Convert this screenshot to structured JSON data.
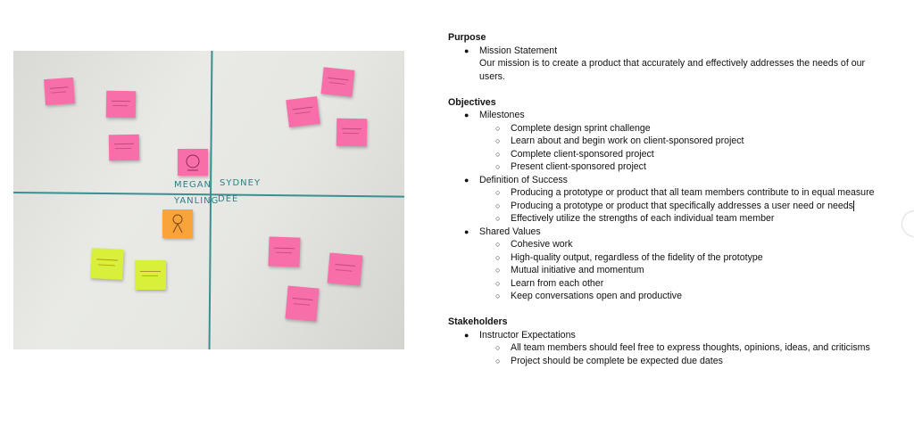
{
  "board": {
    "names": [
      "MEGAN",
      "SYDNEY",
      "YANLING",
      "DEE"
    ]
  },
  "colors": {
    "pink_note": "#f86ea9",
    "orange_note": "#f9a33b",
    "lime_note": "#d9f03a",
    "marker": "#3b8f8e"
  },
  "doc": {
    "purpose": {
      "title": "Purpose",
      "items": [
        {
          "label": "Mission Statement",
          "text": "Our mission is to create a product that accurately and effectively addresses the needs of our users."
        }
      ]
    },
    "objectives": {
      "title": "Objectives",
      "items": [
        {
          "label": "Milestones",
          "sub": [
            "Complete design sprint challenge",
            "Learn about and begin work on client-sponsored project",
            "Complete client-sponsored project",
            "Present client-sponsored project"
          ]
        },
        {
          "label": "Definition of Success",
          "sub": [
            "Producing a prototype or product that all team members contribute to in equal measure",
            "Producing a prototype or product that specifically addresses a user need or needs",
            "Effectively utilize the strengths of each individual team member"
          ]
        },
        {
          "label": "Shared Values",
          "sub": [
            "Cohesive work",
            "High-quality output, regardless of the fidelity of the prototype",
            "Mutual initiative and momentum",
            "Learn from each other",
            "Keep conversations open and productive"
          ]
        }
      ]
    },
    "stakeholders": {
      "title": "Stakeholders",
      "items": [
        {
          "label": "Instructor Expectations",
          "sub": [
            "All team members should feel free to express thoughts, opinions, ideas, and criticisms",
            "Project should be complete be expected due dates"
          ]
        }
      ]
    }
  }
}
